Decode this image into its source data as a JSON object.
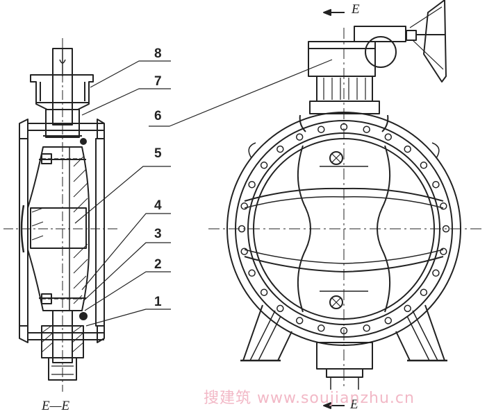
{
  "callouts": [
    "8",
    "7",
    "6",
    "5",
    "4",
    "3",
    "2",
    "1"
  ],
  "section_marks": {
    "top": "E",
    "bottom": "E",
    "view_label": "E—E"
  },
  "watermark": "搜建筑 www.soujianzhu.cn",
  "colors": {
    "line": "#222222",
    "watermark": "#f2b8c6"
  }
}
